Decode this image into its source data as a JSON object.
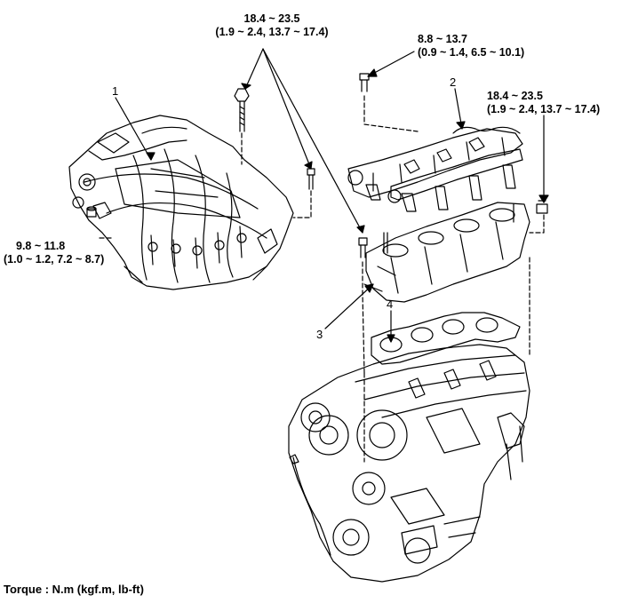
{
  "torques": {
    "top_center": {
      "value": "18.4 ~ 23.5",
      "units": "(1.9 ~ 2.4, 13.7 ~ 17.4)"
    },
    "top_right": {
      "value": "8.8 ~ 13.7",
      "units": "(0.9 ~ 1.4, 6.5 ~ 10.1)"
    },
    "right": {
      "value": "18.4 ~ 23.5",
      "units": "(1.9 ~ 2.4, 13.7 ~ 17.4)"
    },
    "left": {
      "value": "9.8 ~ 11.8",
      "units": "(1.0 ~ 1.2, 7.2 ~ 8.7)"
    }
  },
  "callouts": {
    "c1": "1",
    "c2": "2",
    "c3": "3",
    "c4": "4"
  },
  "footer": {
    "torque_note": "Torque : N.m (kgf.m, lb-ft)"
  }
}
